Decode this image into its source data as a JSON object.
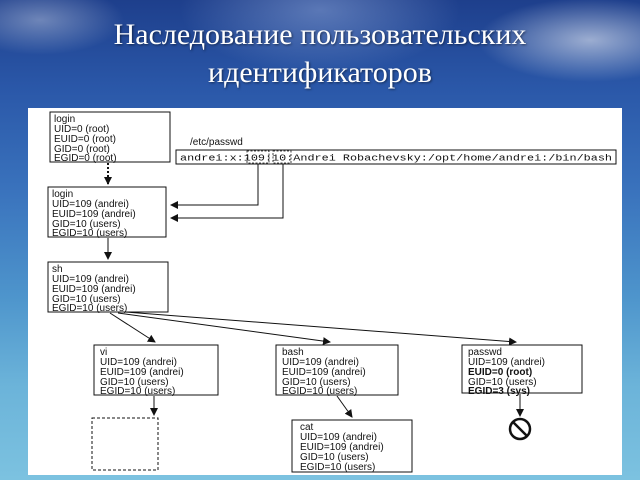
{
  "slide": {
    "title_line1": "Наследование пользовательских",
    "title_line2": "идентификаторов"
  },
  "diagram": {
    "passwd_label": "/etc/passwd",
    "passwd_line": "andrei:x:109:10:Andrei Robachevsky:/opt/home/andrei:/bin/bash",
    "boxes": {
      "login_root": [
        "login",
        "UID=0 (root)",
        "EUID=0 (root)",
        "GID=0 (root)",
        "EGID=0 (root)"
      ],
      "login_user": [
        "login",
        "UID=109 (andrei)",
        "EUID=109 (andrei)",
        "GID=10 (users)",
        "EGID=10 (users)"
      ],
      "sh": [
        "sh",
        "UID=109 (andrei)",
        "EUID=109 (andrei)",
        "GID=10 (users)",
        "EGID=10 (users)"
      ],
      "vi": [
        "vi",
        "UID=109 (andrei)",
        "EUID=109 (andrei)",
        "GID=10 (users)",
        "EGID=10 (users)"
      ],
      "bash": [
        "bash",
        "UID=109 (andrei)",
        "EUID=109 (andrei)",
        "GID=10 (users)",
        "EGID=10 (users)"
      ],
      "passwd": [
        "passwd",
        "UID=109 (andrei)",
        "EUID=0 (root)",
        "GID=10 (users)",
        "EGID=3 (sys)"
      ],
      "cat": [
        "cat",
        "UID=109 (andrei)",
        "EUID=109 (andrei)",
        "GID=10 (users)",
        "EGID=10 (users)"
      ]
    }
  }
}
